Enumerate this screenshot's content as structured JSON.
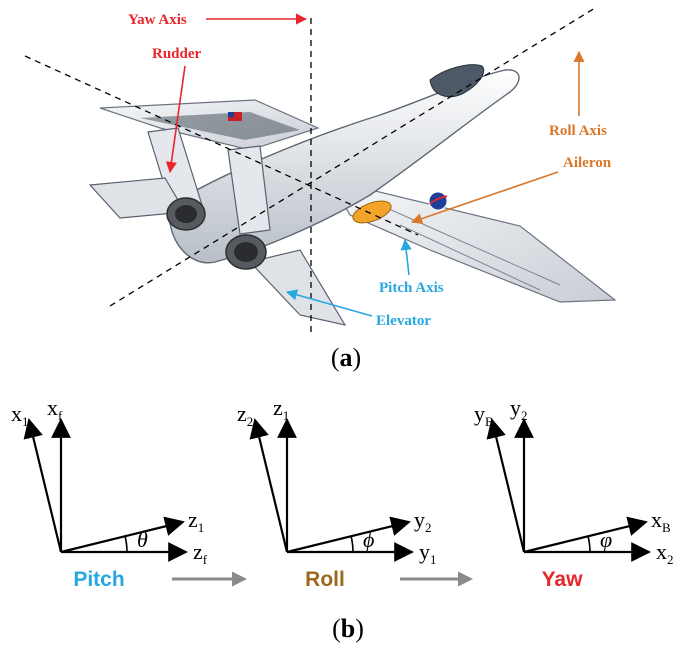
{
  "colors": {
    "callout_red": "#e8262b",
    "callout_orange": "#d9782b",
    "callout_blue": "#27a8df",
    "roll_brown": "#9b6a1c",
    "arrow_gray": "#8a8a8a",
    "aircraft_body": "#eef0f3",
    "aircraft_shadow": "#9aa3ad"
  },
  "panel_a": {
    "label_open": "(",
    "label_letter": "a",
    "label_close": ")",
    "callouts": {
      "yaw_axis": "Yaw Axis",
      "rudder": "Rudder",
      "roll_axis": "Roll Axis",
      "aileron": "Aileron",
      "pitch_axis": "Pitch Axis",
      "elevator": "Elevator"
    }
  },
  "panel_b": {
    "label_open": "(",
    "label_letter": "b",
    "label_close": ")",
    "frames": [
      {
        "step": "Pitch",
        "step_color": "#27a8df",
        "angle": "θ",
        "v1": {
          "base": "x",
          "sub": "1"
        },
        "v2": {
          "base": "x",
          "sub": "f"
        },
        "h1": {
          "base": "z",
          "sub": "1"
        },
        "h2": {
          "base": "z",
          "sub": "f"
        }
      },
      {
        "step": "Roll",
        "step_color": "#9b6a1c",
        "angle": "ϕ",
        "v1": {
          "base": "z",
          "sub": "2"
        },
        "v2": {
          "base": "z",
          "sub": "1"
        },
        "h1": {
          "base": "y",
          "sub": "2"
        },
        "h2": {
          "base": "y",
          "sub": "1"
        }
      },
      {
        "step": "Yaw",
        "step_color": "#e8262b",
        "angle": "φ",
        "v1": {
          "base": "y",
          "sub": "B"
        },
        "v2": {
          "base": "y",
          "sub": "2"
        },
        "h1": {
          "base": "x",
          "sub": "B"
        },
        "h2": {
          "base": "x",
          "sub": "2"
        }
      }
    ]
  }
}
